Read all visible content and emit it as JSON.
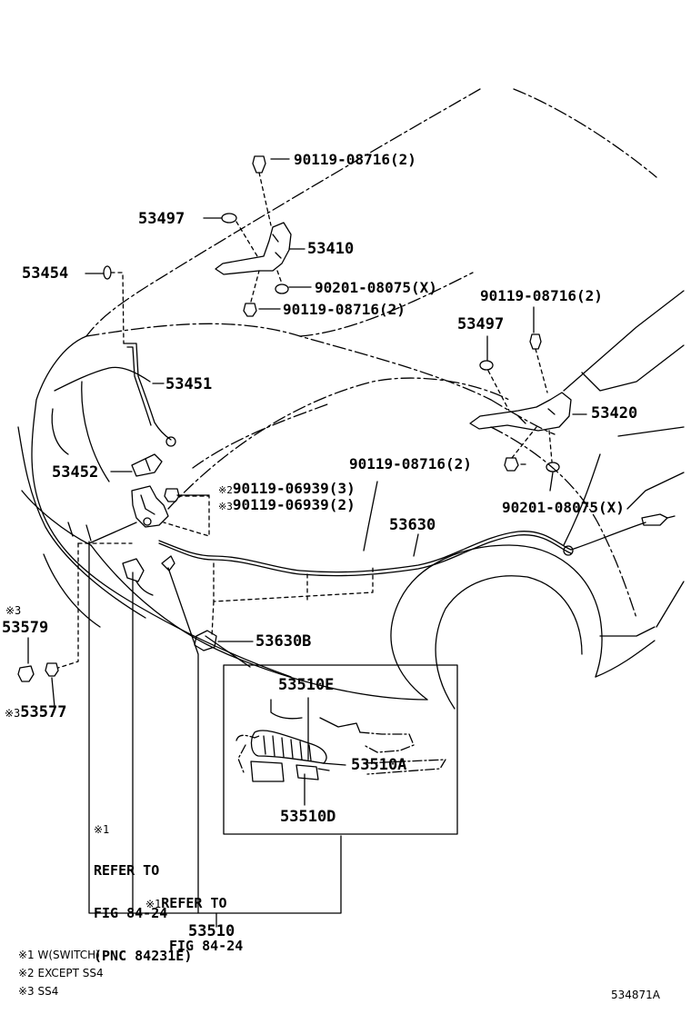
{
  "callouts": {
    "p90119_08716_top": "90119-08716(2)",
    "p53497_left": "53497",
    "p53410": "53410",
    "p53454": "53454",
    "p90201_08075_top": "90201-08075(X)",
    "p90119_08716_mid": "90119-08716(2)",
    "p90119_08716_right": "90119-08716(2)",
    "p53497_right": "53497",
    "p53451": "53451",
    "p53420": "53420",
    "p53452": "53452",
    "p90119_08716_lower": "90119-08716(2)",
    "p90119_06939_a_mark": "※2",
    "p90119_06939_a": "90119-06939(3)",
    "p90119_06939_b_mark": "※3",
    "p90119_06939_b": "90119-06939(2)",
    "p90201_08075_lower": "90201-08075(X)",
    "p53630": "53630",
    "p53579_mark": "※3",
    "p53579": "53579",
    "p53630B": "53630B",
    "p53577_mark": "※3",
    "p53577": "53577",
    "p53510E": "53510E",
    "p53510A": "53510A",
    "p53510D": "53510D",
    "p53510": "53510"
  },
  "refs": {
    "ref1_mark": "※1",
    "ref1_line1": "REFER TO",
    "ref1_line2": "FIG 84-24",
    "ref1_line3": "(PNC 84231E)",
    "ref2_mark": "※1",
    "ref2_line1": "REFER TO",
    "ref2_line2": "FIG 84-24"
  },
  "legend": [
    "※1 W(SWITCH)",
    "※2 EXCEPT SS4",
    "※3 SS4"
  ],
  "figure_id": "534871A",
  "icons": [
    "hood-hinge-left",
    "hood-hinge-right",
    "bolt",
    "washer",
    "hood-support-rod",
    "hood-lock",
    "release-cable",
    "release-lever"
  ]
}
